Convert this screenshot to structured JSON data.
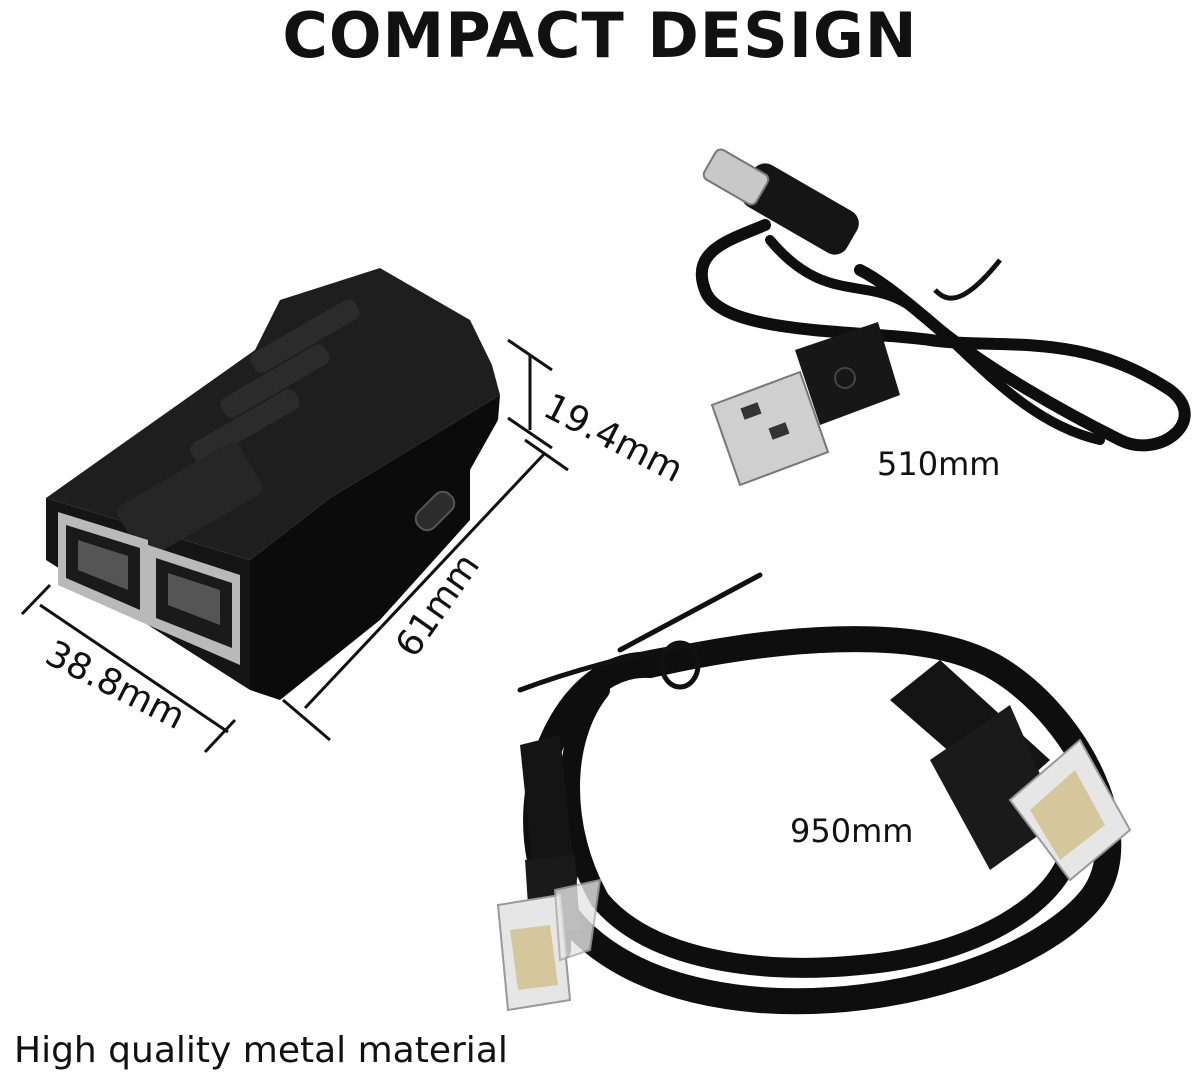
{
  "title": "COMPACT DESIGN",
  "dimensions": {
    "height": "19.4mm",
    "length": "61mm",
    "width": "38.8mm"
  },
  "cables": {
    "usb_length": "510mm",
    "ethernet_length": "950mm"
  },
  "caption": "High quality metal material",
  "colors": {
    "product": "#111111",
    "port_metal": "#b9b9b9",
    "background": "#ffffff"
  }
}
